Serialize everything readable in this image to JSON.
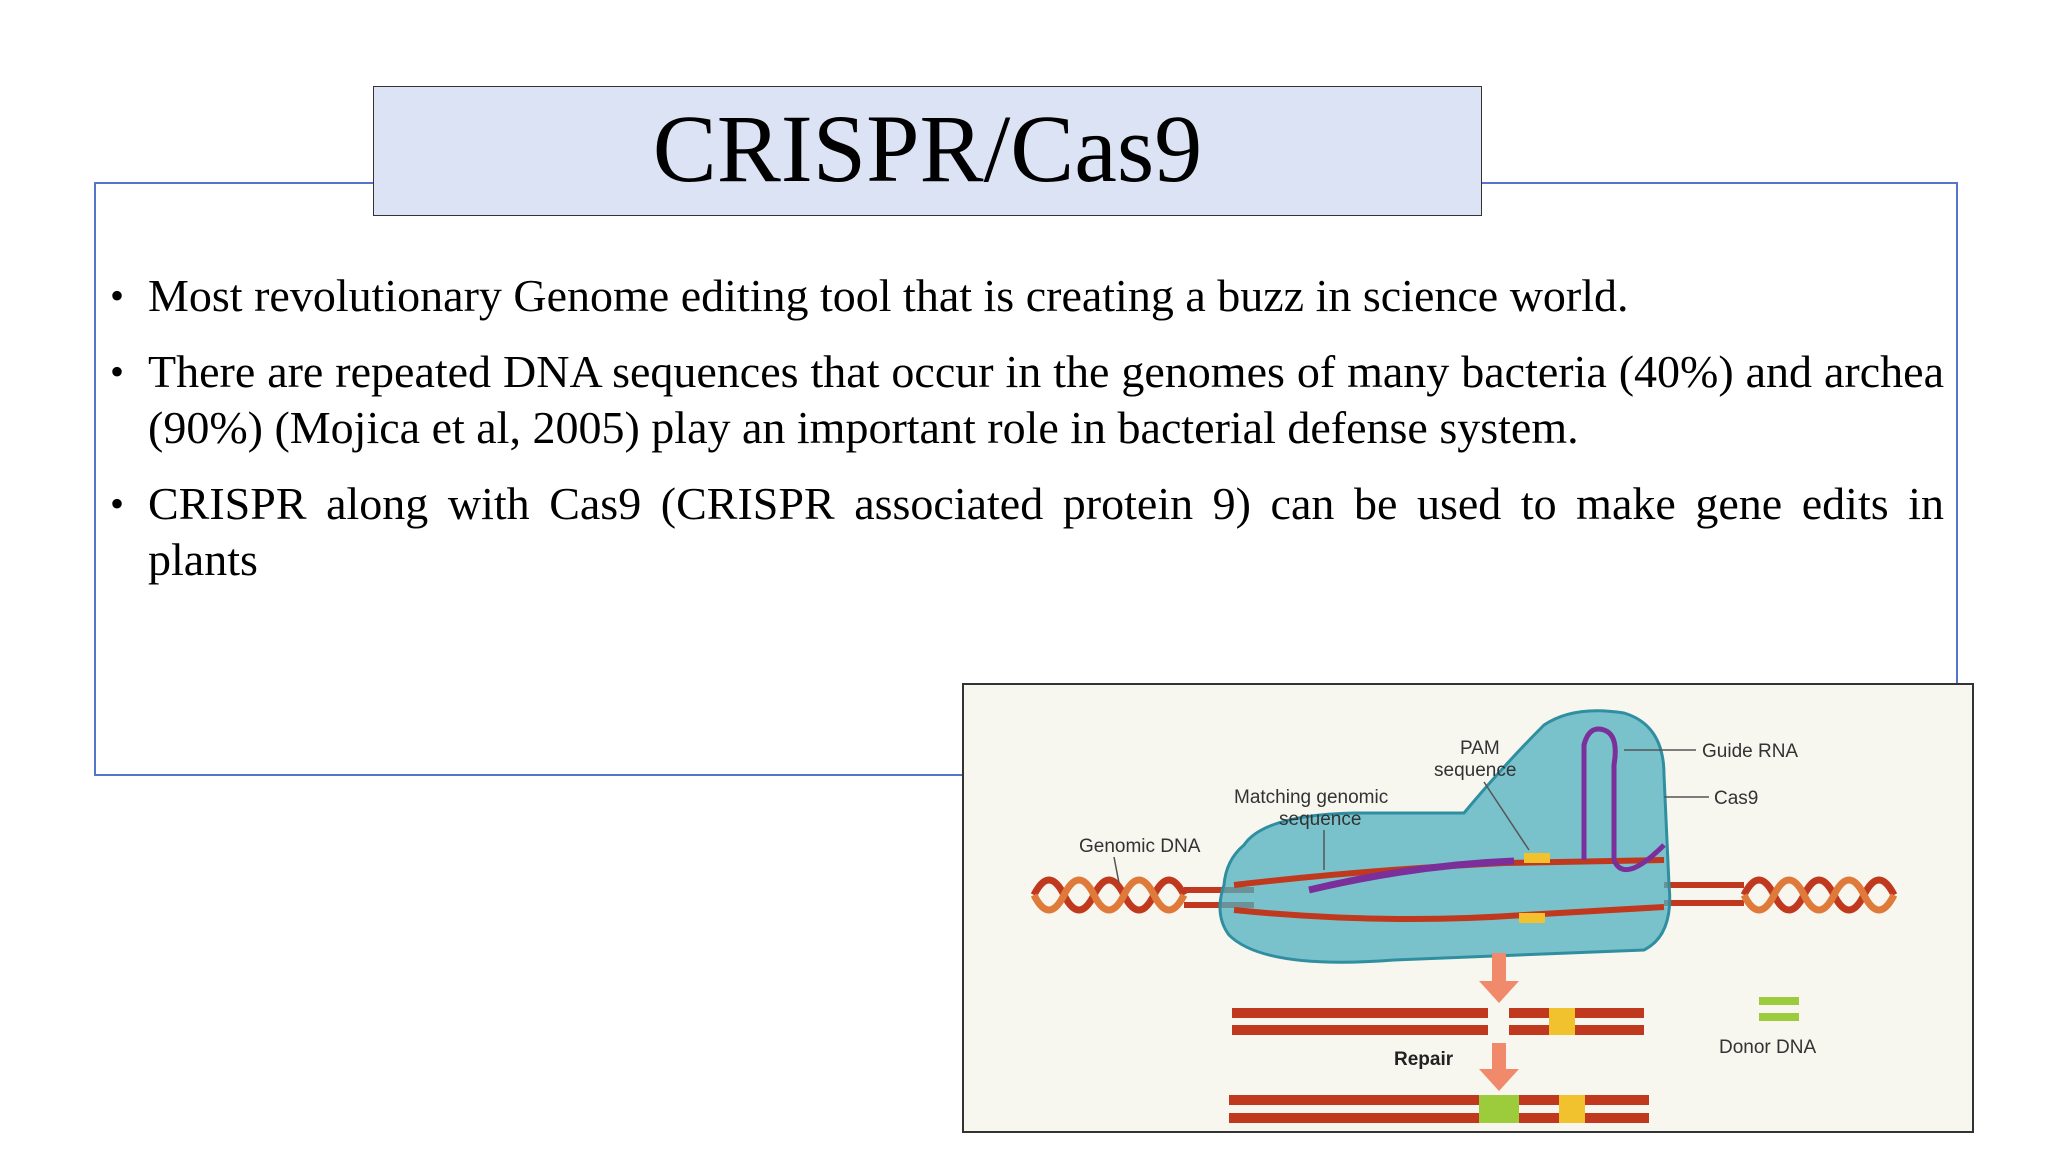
{
  "slide": {
    "title": "CRISPR/Cas9",
    "bullets": [
      "Most revolutionary Genome editing tool that is creating a buzz in science world.",
      "There are repeated DNA sequences that occur in the genomes of many bacteria (40%) and archea (90%) (Mojica et al, 2005) play an important role in bacterial defense system.",
      "CRISPR along with Cas9 (CRISPR associated protein 9) can be used to make gene edits in plants"
    ],
    "bullet_symbol": "•"
  },
  "figure": {
    "labels": {
      "genomic_dna": "Genomic DNA",
      "matching_line1": "Matching genomic",
      "matching_line2": "sequence",
      "pam_line1": "PAM",
      "pam_line2": "sequence",
      "guide_rna": "Guide RNA",
      "cas9": "Cas9",
      "donor_dna": "Donor DNA",
      "repair": "Repair"
    },
    "colors": {
      "frame_border": "#5576c7",
      "title_fill": "#dbe3f4",
      "dna_red": "#c0391e",
      "dna_orange": "#e07a3a",
      "cas9_teal": "#4fb0c0",
      "guide_purple": "#7a2f9a",
      "pam_yellow": "#f2c22e",
      "donor_green": "#9ccc3c",
      "arrow_salmon": "#f08a6a"
    }
  }
}
